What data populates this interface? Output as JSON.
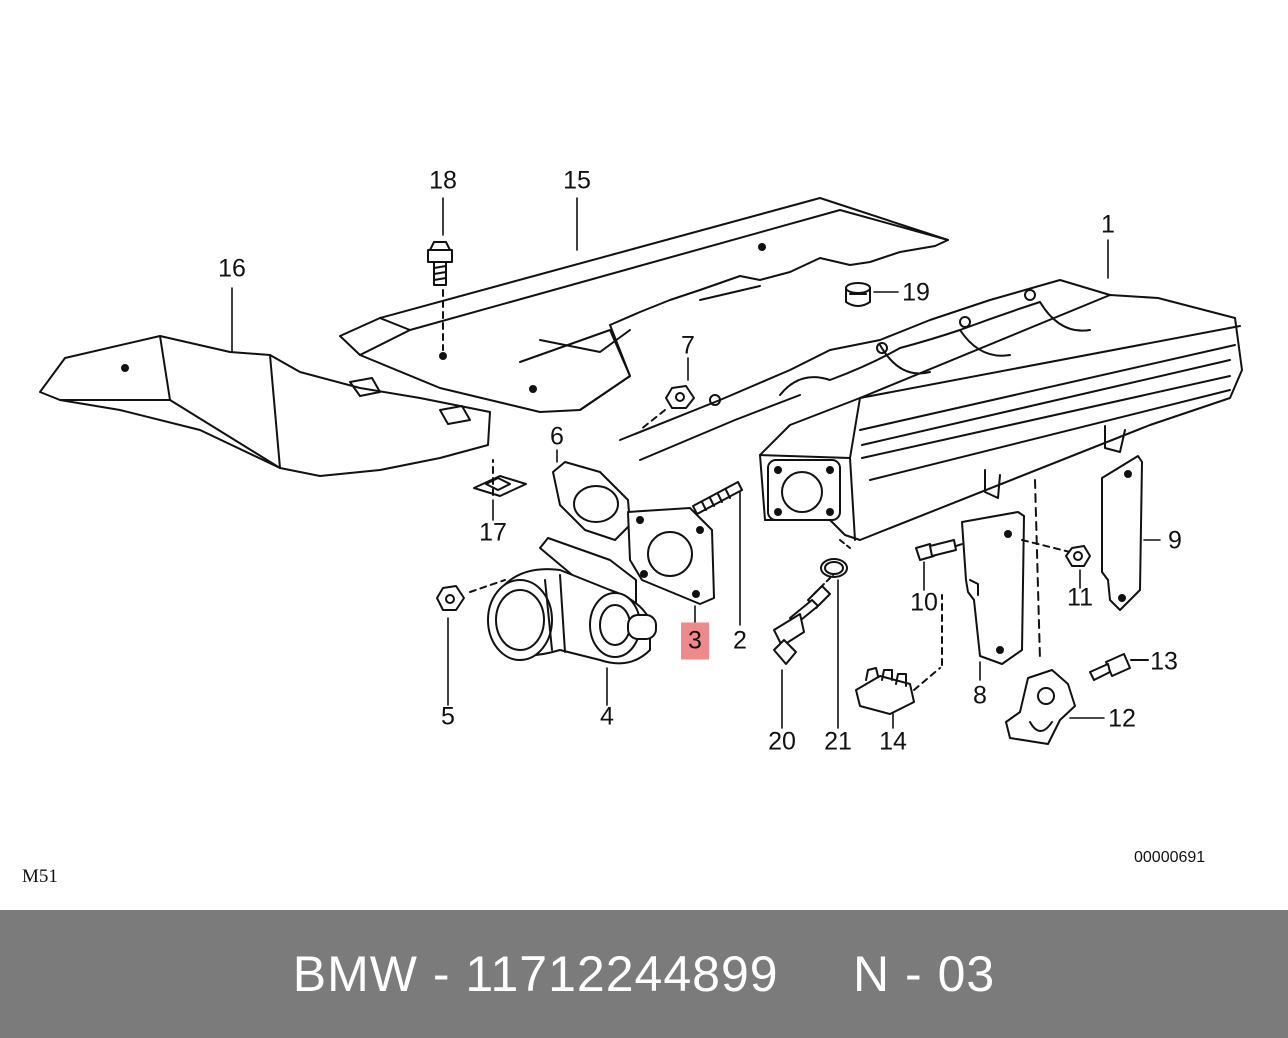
{
  "diagram": {
    "callouts": [
      {
        "id": "1",
        "label": "1",
        "highlighted": false
      },
      {
        "id": "2",
        "label": "2",
        "highlighted": false
      },
      {
        "id": "3",
        "label": "3",
        "highlighted": true
      },
      {
        "id": "4",
        "label": "4",
        "highlighted": false
      },
      {
        "id": "5",
        "label": "5",
        "highlighted": false
      },
      {
        "id": "6",
        "label": "6",
        "highlighted": false
      },
      {
        "id": "7",
        "label": "7",
        "highlighted": false
      },
      {
        "id": "8",
        "label": "8",
        "highlighted": false
      },
      {
        "id": "9",
        "label": "9",
        "highlighted": false
      },
      {
        "id": "10",
        "label": "10",
        "highlighted": false
      },
      {
        "id": "11",
        "label": "11",
        "highlighted": false
      },
      {
        "id": "12",
        "label": "12",
        "highlighted": false
      },
      {
        "id": "13",
        "label": "13",
        "highlighted": false
      },
      {
        "id": "14",
        "label": "14",
        "highlighted": false
      },
      {
        "id": "15",
        "label": "15",
        "highlighted": false
      },
      {
        "id": "16",
        "label": "16",
        "highlighted": false
      },
      {
        "id": "17",
        "label": "17",
        "highlighted": false
      },
      {
        "id": "18",
        "label": "18",
        "highlighted": false
      },
      {
        "id": "19",
        "label": "19",
        "highlighted": false
      },
      {
        "id": "20",
        "label": "20",
        "highlighted": false
      },
      {
        "id": "21",
        "label": "21",
        "highlighted": false
      }
    ],
    "engine_code": "M51",
    "drawing_number": "00000691",
    "highlight_color": "#f08a8a"
  },
  "footer": {
    "text": "BMW - 11712244899     N - 03",
    "background": "#7b7b7b"
  }
}
